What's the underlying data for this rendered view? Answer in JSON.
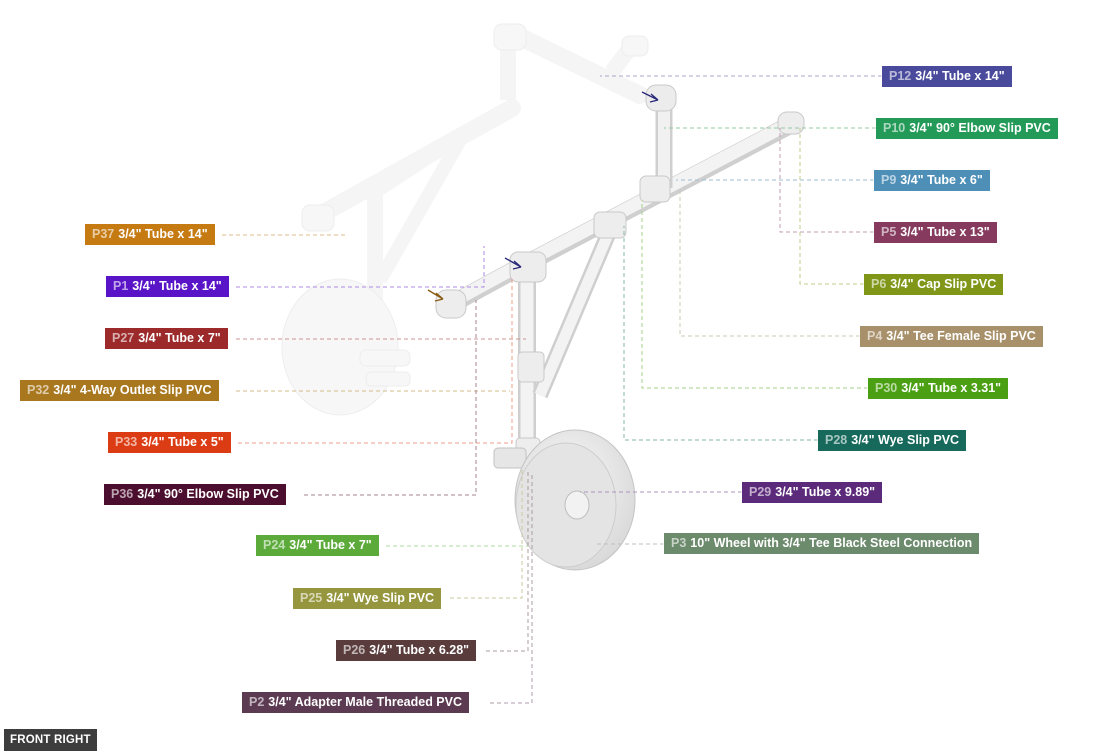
{
  "view_label": "FRONT RIGHT",
  "callouts": [
    {
      "id": "P12",
      "desc": "3/4\" Tube x 14\"",
      "color": "#4a4a9c"
    },
    {
      "id": "P10",
      "desc": "3/4\" 90° Elbow Slip PVC",
      "color": "#239a58"
    },
    {
      "id": "P9",
      "desc": "3/4\" Tube x 6\"",
      "color": "#4e8fb8"
    },
    {
      "id": "P5",
      "desc": "3/4\" Tube x 13\"",
      "color": "#853a5e"
    },
    {
      "id": "P6",
      "desc": "3/4\" Cap Slip PVC",
      "color": "#7f9618"
    },
    {
      "id": "P4",
      "desc": "3/4\" Tee Female Slip PVC",
      "color": "#a8916a"
    },
    {
      "id": "P30",
      "desc": "3/4\" Tube x 3.31\"",
      "color": "#4aa012"
    },
    {
      "id": "P28",
      "desc": "3/4\" Wye Slip PVC",
      "color": "#17695c"
    },
    {
      "id": "P29",
      "desc": "3/4\" Tube x 9.89\"",
      "color": "#5c2a7a"
    },
    {
      "id": "P3",
      "desc": "10\" Wheel with 3/4\" Tee Black Steel Connection",
      "color": "#6c8a6c"
    },
    {
      "id": "P37",
      "desc": "3/4\" Tube x 14\"",
      "color": "#c57a12"
    },
    {
      "id": "P1",
      "desc": "3/4\" Tube x 14\"",
      "color": "#5a14c8"
    },
    {
      "id": "P27",
      "desc": "3/4\" Tube x 7\"",
      "color": "#9c2a2a"
    },
    {
      "id": "P32",
      "desc": "3/4\" 4-Way Outlet Slip PVC",
      "color": "#a8771e"
    },
    {
      "id": "P33",
      "desc": "3/4\" Tube x 5\"",
      "color": "#dc3c14"
    },
    {
      "id": "P36",
      "desc": "3/4\" 90° Elbow Slip PVC",
      "color": "#4c0e2e"
    },
    {
      "id": "P24",
      "desc": "3/4\" Tube x 7\"",
      "color": "#5cab3a"
    },
    {
      "id": "P25",
      "desc": "3/4\" Wye Slip PVC",
      "color": "#96963e"
    },
    {
      "id": "P26",
      "desc": "3/4\" Tube x 6.28\"",
      "color": "#5a3c3c"
    },
    {
      "id": "P2",
      "desc": "3/4\" Adapter Male Threaded PVC",
      "color": "#5c3a52"
    }
  ]
}
